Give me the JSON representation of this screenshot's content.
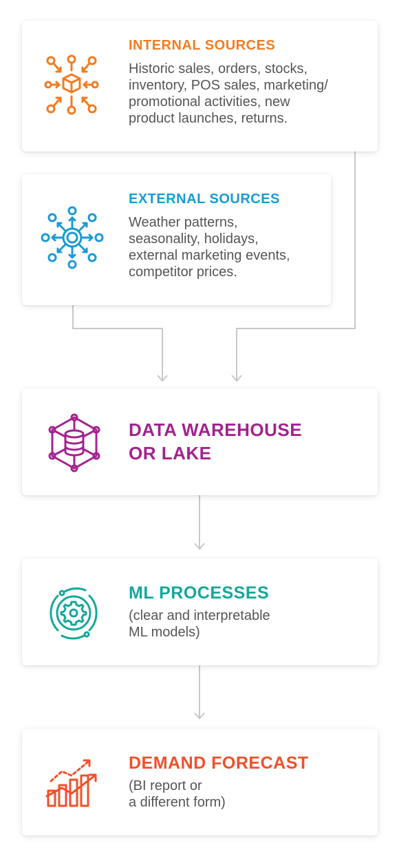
{
  "colors": {
    "internal": "#f47b20",
    "external": "#1a9ad6",
    "warehouse": "#a3228f",
    "ml": "#16a79b",
    "forecast": "#f0502a",
    "text": "#555555",
    "connector": "#c8c8c8"
  },
  "internal": {
    "title": "INTERNAL SOURCES",
    "desc": "Historic sales, orders, stocks,\ninventory, POS sales, marketing/\npromotional activities, new\nproduct launches, returns.",
    "icon": "network-cube-icon"
  },
  "external": {
    "title": "EXTERNAL SOURCES",
    "desc": "Weather patterns,\nseasonality, holidays,\nexternal marketing events,\ncompetitor prices.",
    "icon": "network-hub-icon"
  },
  "warehouse": {
    "title": "DATA WAREHOUSE\nOR LAKE",
    "icon": "database-network-icon"
  },
  "ml": {
    "title": "ML PROCESSES",
    "desc": "(clear and interpretable\nML models)",
    "icon": "gear-cycle-icon"
  },
  "forecast": {
    "title": "DEMAND FORECAST",
    "desc": "(BI report or\na different form)",
    "icon": "bar-chart-trend-icon"
  }
}
